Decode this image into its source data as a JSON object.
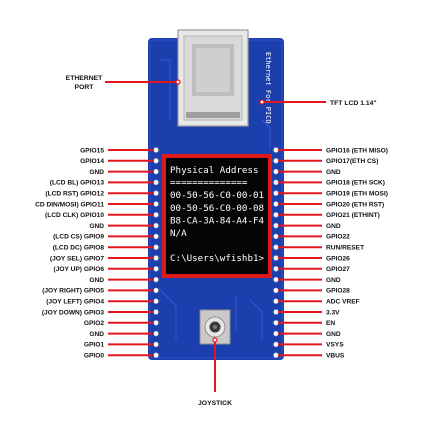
{
  "board": {
    "silkscreen": "Ethernet For PICO",
    "colors": {
      "pcb": "#1c3fae",
      "callout": "#e3161d",
      "lcd_bg": "#050505",
      "lcd_frame": "#dd1a1a"
    }
  },
  "callouts": {
    "ethernet_port": [
      "ETHERNET",
      "PORT"
    ],
    "tft_lcd": "TFT LCD 1.14\"",
    "joystick": "JOYSTICK"
  },
  "lcd": {
    "lines": [
      "Physical Address",
      "==============",
      "00-50-56-C0-00-01",
      "00-50-56-C0-00-08",
      "B8-CA-3A-84-A4-F4",
      "N/A",
      "",
      "C:\\Users\\wfishb1>"
    ]
  },
  "pins": {
    "left": [
      "GPIO15",
      "GPIO14",
      "GND",
      "(LCD BL) GPIO13",
      "(LCD RST) GPIO12",
      "CD DIN/MOSI) GPIO11",
      "(LCD CLK) GPIO10",
      "GND",
      "(LCD CS) GPIO9",
      "(LCD DC) GPIO8",
      "(JOY SEL) GPIO7",
      "(JOY UP) GPIO6",
      "GND",
      "(JOY RIGHT) GPIO5",
      "(JOY LEFT) GPIO4",
      "(JOY DOWN) GPIO3",
      "GPIO2",
      "GND",
      "GPIO1",
      "GPIO0"
    ],
    "right": [
      "GPIO16 (ETH MISO)",
      "GPIO17(ETH CS)",
      "GND",
      "GPIO18 (ETH SCK)",
      "GPIO19 (ETH MOSI)",
      "GPIO20 (ETH RST)",
      "GPIO21 (ETHINT)",
      "GND",
      "GPIO22",
      "RUN/RESET",
      "GPIO26",
      "GPIO27",
      "GND",
      "GPIO28",
      "ADC VREF",
      "3.3V",
      "EN",
      "GND",
      "VSYS",
      "VBUS"
    ]
  }
}
